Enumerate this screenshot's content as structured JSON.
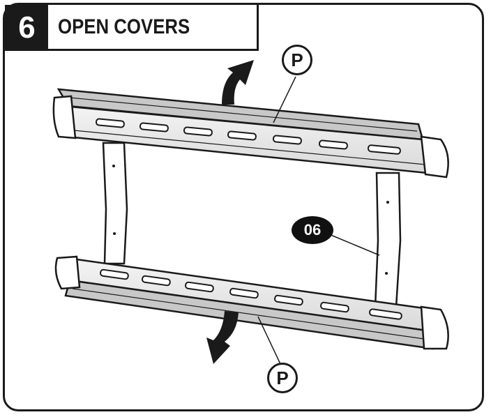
{
  "step": {
    "number": "6",
    "title": "OPEN COVERS"
  },
  "callouts": {
    "part_p_top": "P",
    "part_p_bottom": "P",
    "part_06": "06"
  },
  "colors": {
    "ink": "#1a1a1a",
    "cover_gray": "#c8c8c8",
    "bracket_fill": "#ffffff"
  }
}
